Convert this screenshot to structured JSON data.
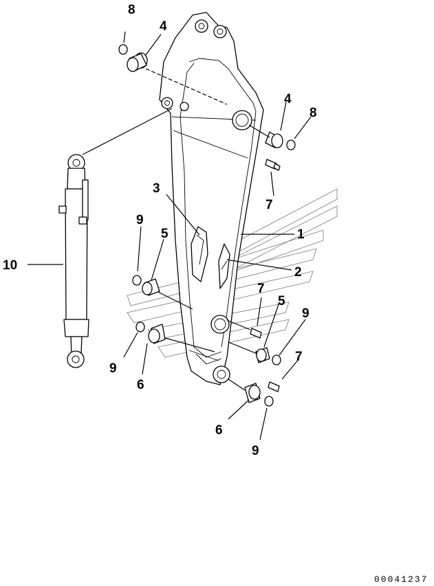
{
  "diagram": {
    "labels": {
      "l1": "1",
      "l2": "2",
      "l3": "3",
      "l4_top": "4",
      "l4_right": "4",
      "l5_left": "5",
      "l5_right": "5",
      "l6_left": "6",
      "l6_bottom": "6",
      "l7_a": "7",
      "l7_b": "7",
      "l7_c": "7",
      "l8_top": "8",
      "l8_right": "8",
      "l9_a": "9",
      "l9_b": "9",
      "l9_c": "9",
      "l9_d": "9",
      "l10": "10"
    },
    "drawing_code": "00041237"
  }
}
